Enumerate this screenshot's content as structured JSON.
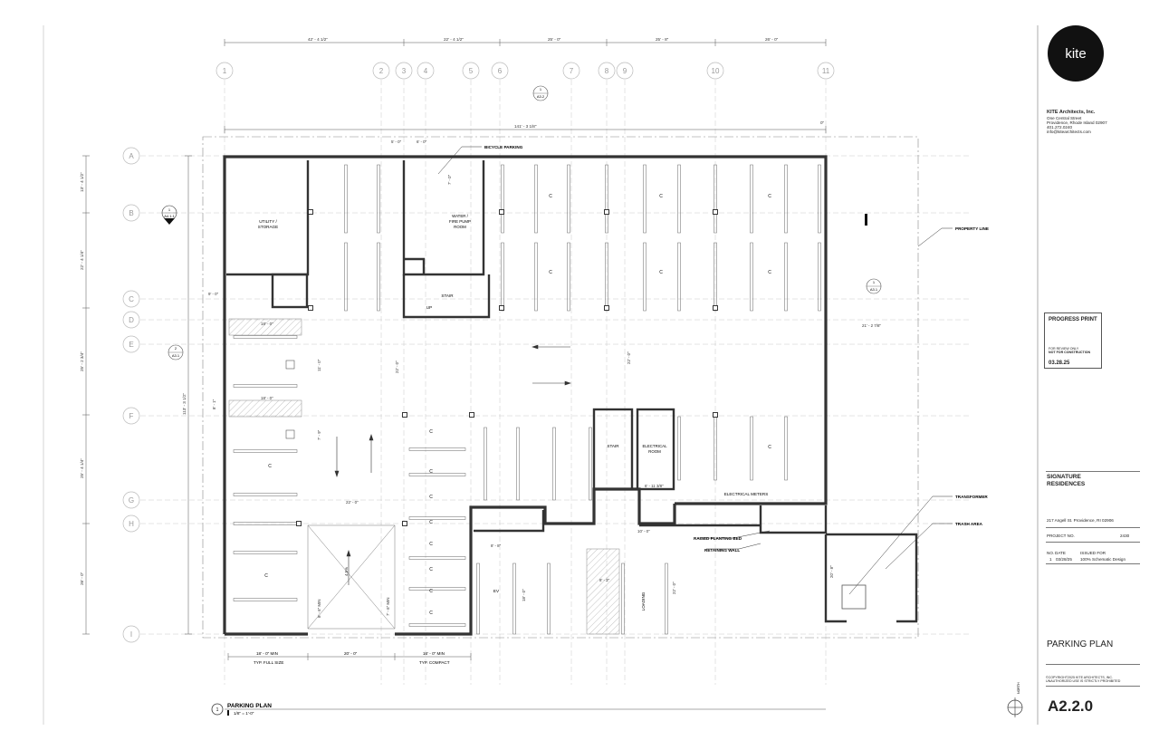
{
  "firm": {
    "logo_text": "kite",
    "name": "KITE Architects, Inc.",
    "address_line1": "One Central Street",
    "address_line2": "Providence, Rhode Island  02907",
    "phone": "401.272.0240",
    "email": "info@kitearchitects.com"
  },
  "stamp": {
    "title": "PROGRESS PRINT",
    "note_line1": "FOR REVIEW ONLY",
    "note_line2": "NOT FOR CONSTRUCTION",
    "date": "03.28.25"
  },
  "project": {
    "name_line1": "SIGNATURE",
    "name_line2": "RESIDENCES",
    "address": "217 Angell St. Providence, RI 02906",
    "number_label": "PROJECT NO.",
    "number": "2430"
  },
  "issues": {
    "headers": [
      "NO.",
      "DATE",
      "ISSUED FOR"
    ],
    "rows": [
      [
        "1",
        "03/28/25",
        "100% Schematic Design"
      ]
    ]
  },
  "sheet": {
    "title": "PARKING PLAN",
    "number": "A2.2.0",
    "copyright_line1": "©COPYRIGHT2025 KITE ARCHITECTS, INC.",
    "copyright_line2": "UNAUTHORIZED USE IS STRICTLY PROHIBITED",
    "north_label": "NORTH"
  },
  "drawing": {
    "title_number": "1",
    "title": "PARKING PLAN",
    "scale": "1/8\" = 1'-0\"",
    "column_grids": [
      "1",
      "2",
      "3",
      "4",
      "5",
      "6",
      "7",
      "8",
      "9",
      "10",
      "11"
    ],
    "row_grids": [
      "A",
      "B",
      "C",
      "D",
      "E",
      "F",
      "G",
      "H",
      "I"
    ],
    "top_dims": [
      "42' - 4 1/2\"",
      "22' - 4 1/2\"",
      "25' - 0\"",
      "25' - 8\"",
      "26' - 0\""
    ],
    "overall_width": "141' - 3 1/8\"",
    "left_dims": [
      "13' - 4 1/2\"",
      "22' - 4 1/4\"",
      "25' - 2 3/4\"",
      "25' - 4 1/4\"",
      "26' - 0\""
    ],
    "overall_height": "113' - 3 1/2\"",
    "room_labels": {
      "utility": "UTILITY / STORAGE",
      "water": "WATER / FIRE PUMP ROOM",
      "stair": "STAIR",
      "up": "UP",
      "stair2": "STAIR",
      "electrical": "ELECTRICAL ROOM",
      "electrical_meters": "ELECTRICAL METERS",
      "ev": "EV",
      "loading": "LOADING"
    },
    "callouts": {
      "bicycle": "BICYCLE PARKING",
      "property_line": "PROPERTY LINE",
      "transformer": "TRANSFORMER",
      "trash": "TRASH AREA",
      "planting": "RAISED PLANTING BED",
      "retaining": "RETAINING WALL"
    },
    "bottom_dims": [
      "18' - 0\" MIN",
      "20' - 0\"",
      "16' - 0\" MIN"
    ],
    "bottom_notes": [
      "TYP. FULL SIZE",
      "TYP. COMPACT"
    ],
    "compact_mark": "C",
    "misc_dims": {
      "d5": "5' - 0\"",
      "d6": "6' - 0\"",
      "d7": "7' - 0\"",
      "d18a": "18' - 0\"",
      "d18b": "18' - 0\"",
      "d11": "11' - 0\"",
      "d22a": "22' - 0\"",
      "d22b": "22' - 0\"",
      "d22c": "22' - 0\"",
      "d22d": "22' - 0\"",
      "d21": "21' - 2 7/8\"",
      "d9": "9' - 0\"",
      "d8": "8' - 1\"",
      "d7b": "7' - 9\"",
      "d611": "6' - 11 3/8\"",
      "d10": "10' - 0\"",
      "d8b": "8' - 8\"",
      "d8c": "8' - 3\"",
      "d18c": "18' - 0\"",
      "d20": "20' - 8\"",
      "slope": "4.5%",
      "d8min": "8' - 6\" MIN",
      "d7min": "7' - 6\" MIN",
      "d0": "0\""
    },
    "sections": {
      "top_num": "1",
      "top_ref": "A3.2",
      "left_num": "1",
      "left_ref": "A4.1.1",
      "left2_num": "2",
      "left2_ref": "A3.1",
      "right_num": "1",
      "right_ref": "A3.1"
    }
  }
}
